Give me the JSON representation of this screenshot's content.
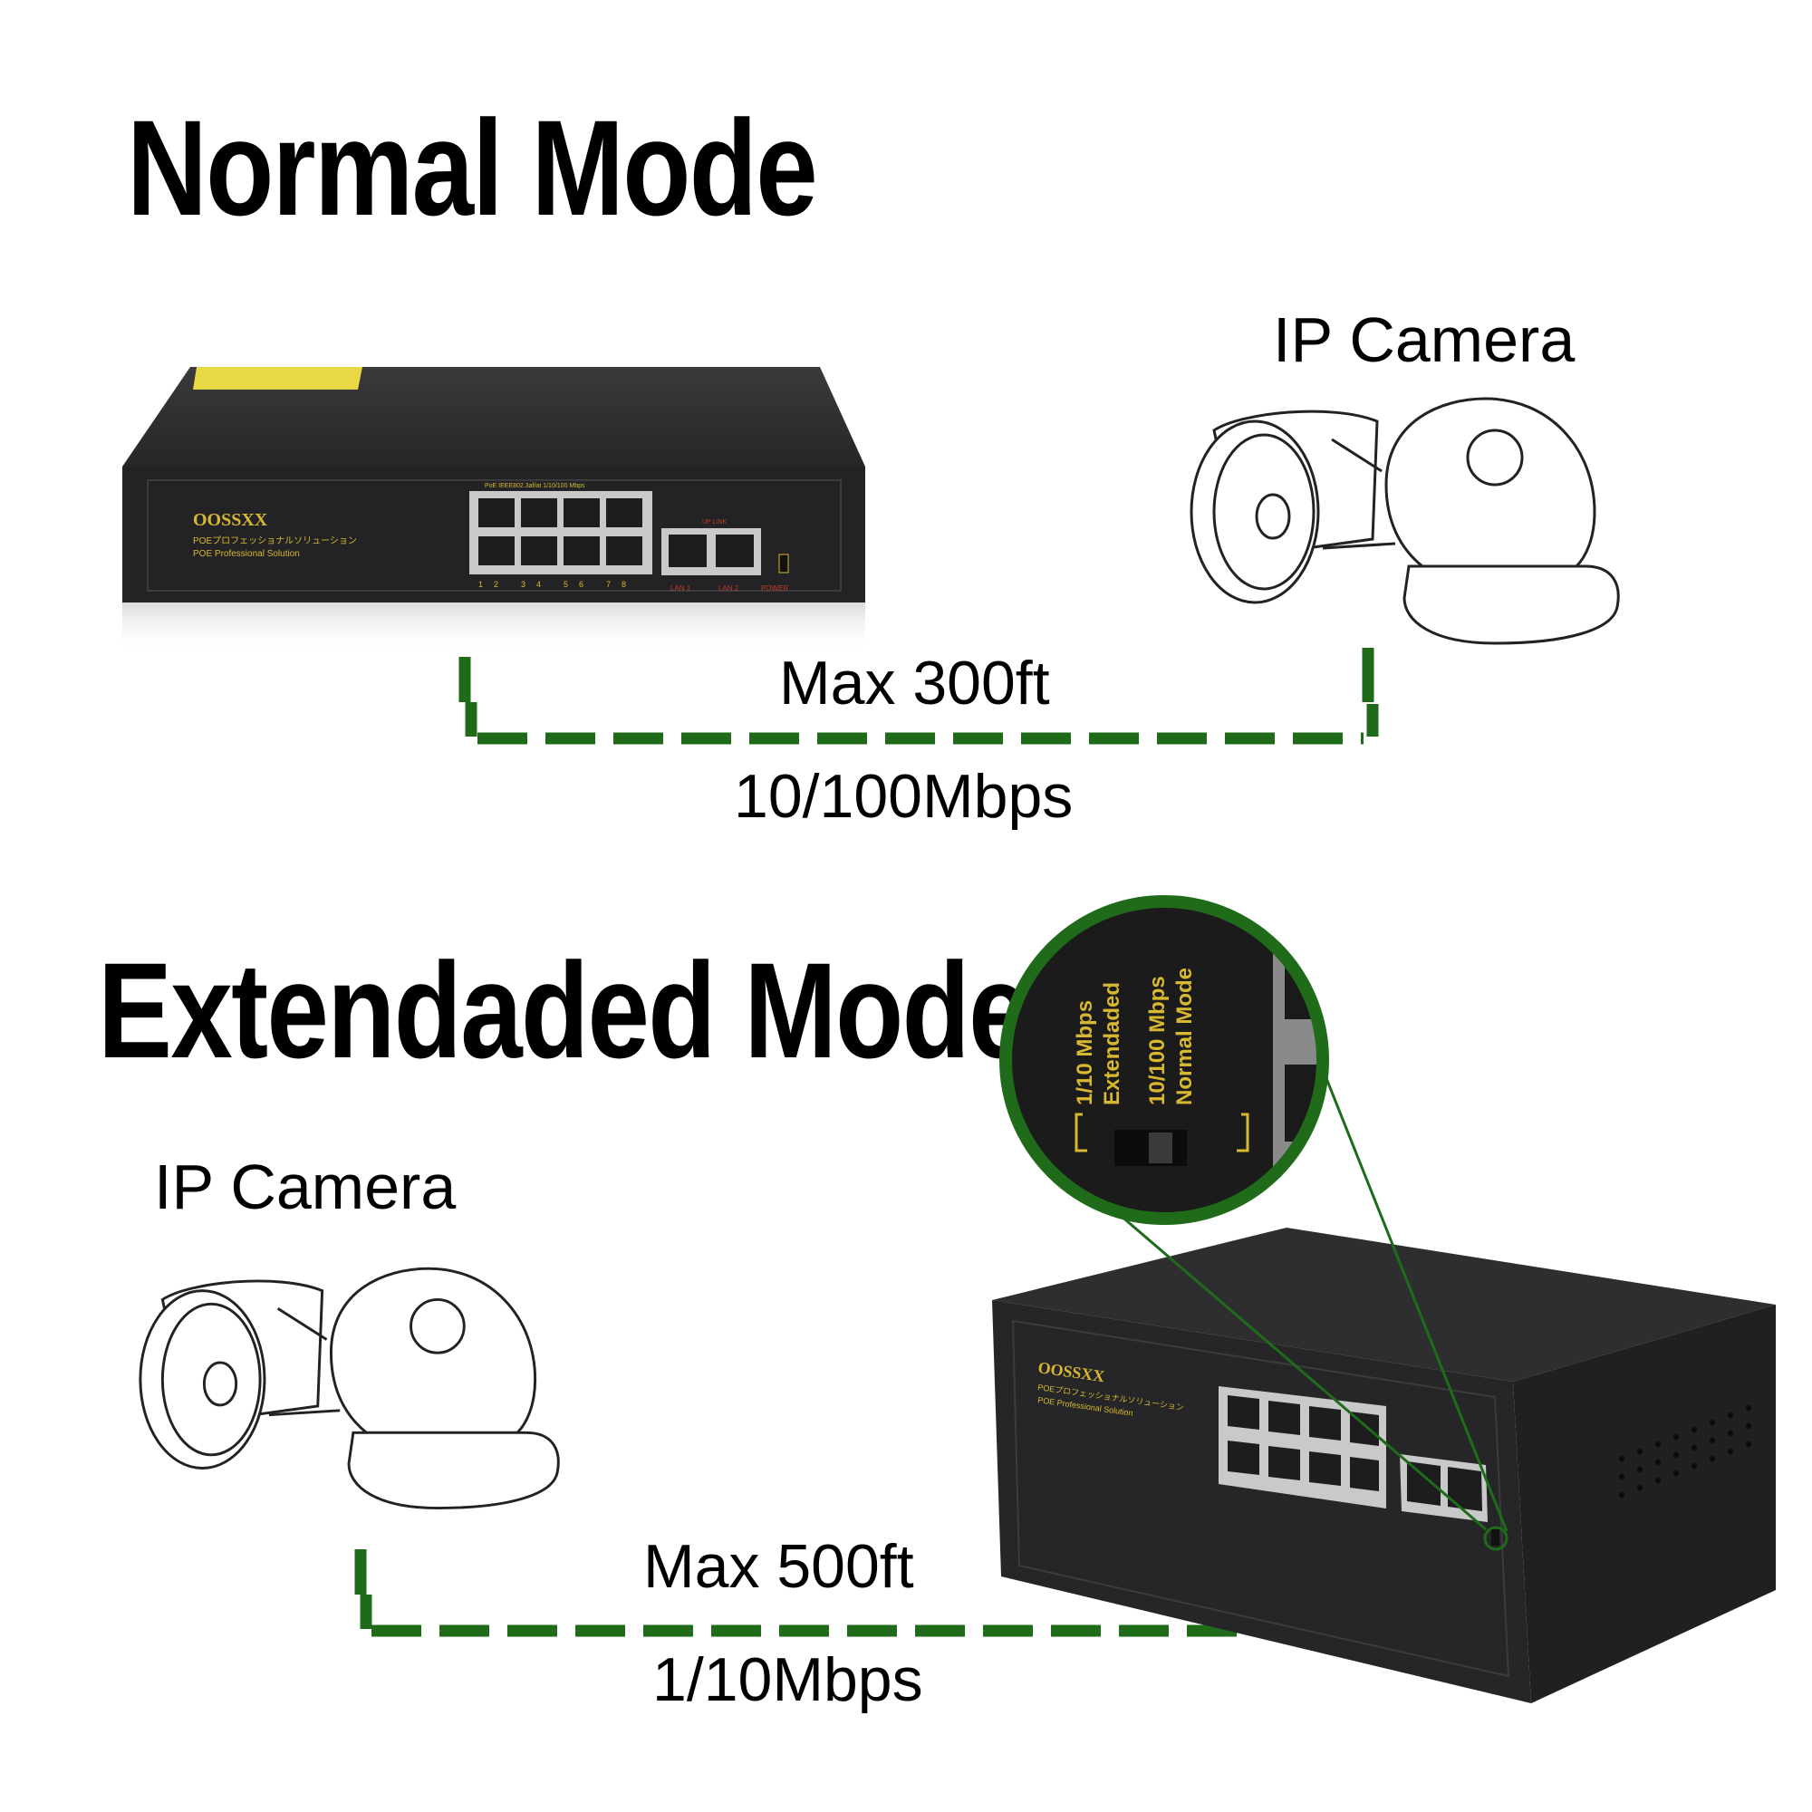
{
  "normal_mode": {
    "title": "Normal Mode",
    "camera_label": "IP Camera",
    "distance": "Max 300ft",
    "speed": "10/100Mbps"
  },
  "extended_mode": {
    "title": "Extendaded Mode",
    "camera_label": "IP Camera",
    "distance": "Max 500ft",
    "speed": "1/10Mbps"
  },
  "switch": {
    "brand": "OOSSXX",
    "subtitle_jp": "POEプロフェッショナルソリューション",
    "subtitle_en": "POE Professional Solution",
    "poe_label": "PoE IEEE802.3af/at 1/10/100 Mbps",
    "uplink_label": "UP LINK",
    "port_labels": [
      "1",
      "2",
      "3",
      "4",
      "5",
      "6",
      "7",
      "8"
    ],
    "lan1": "LAN 1",
    "lan2": "LAN 2",
    "power": "POWER",
    "switch_label_1": "1/10 Mbps",
    "switch_label_2": "Extendaded",
    "switch_label_3": "10/100 Mbps",
    "switch_label_4": "Normal Mode"
  },
  "colors": {
    "dash_line": "#1f6b1a",
    "switch_body": "#2b2b2d",
    "switch_text": "#d8b830"
  },
  "icons": [
    "poe-switch-icon",
    "ip-camera-icon",
    "zoom-magnifier-icon"
  ]
}
